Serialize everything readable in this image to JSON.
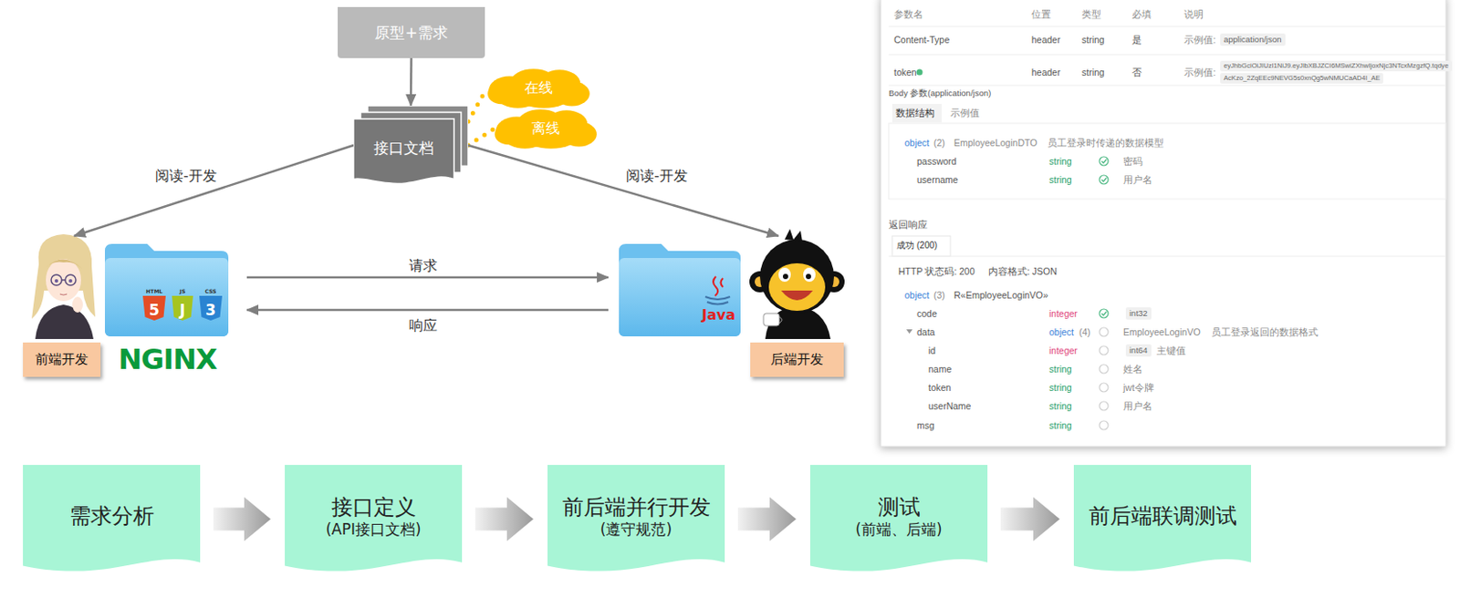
{
  "diagram": {
    "nodes": [
      {
        "text": [
          "原型+需求"
        ]
      },
      {
        "text": [
          "接口文档"
        ]
      },
      {
        "text": [
          "在线"
        ]
      },
      {
        "text": [
          "离线"
        ]
      },
      {
        "text": [
          "前端开发"
        ]
      },
      {
        "text": [
          "后端开发"
        ]
      },
      {
        "text": [
          "需求分析"
        ]
      },
      {
        "text": [
          "接口定义",
          "(API接口文档)"
        ]
      },
      {
        "text": [
          "前后端并行开发",
          "(遵守规范)"
        ]
      },
      {
        "text": [
          "测试",
          "(前端、后端)"
        ]
      },
      {
        "text": [
          "前后端联调测试"
        ]
      }
    ],
    "edges": [
      {
        "from": 0,
        "to": 1,
        "arrow": "to"
      },
      {
        "from": 1,
        "to": 2,
        "arrow": "none"
      },
      {
        "from": 1,
        "to": 3,
        "arrow": "none"
      },
      {
        "from": 1,
        "to": 4,
        "label": "阅读-开发",
        "arrow": "to"
      },
      {
        "from": 1,
        "to": 5,
        "label": "阅读-开发",
        "arrow": "to"
      },
      {
        "from": 4,
        "to": 5,
        "label": "请求",
        "arrow": "to"
      },
      {
        "from": 5,
        "to": 4,
        "label": "响应",
        "arrow": "to"
      },
      {
        "from": 6,
        "to": 7,
        "arrow": "to"
      },
      {
        "from": 7,
        "to": 8,
        "arrow": "to"
      },
      {
        "from": 8,
        "to": 9,
        "arrow": "to"
      },
      {
        "from": 9,
        "to": 10,
        "arrow": "to"
      }
    ],
    "labels": [
      "HTML",
      "5",
      "JS",
      "J",
      "CSS",
      "3",
      "NGINX",
      "Java",
      "参数名",
      "位置",
      "类型",
      "必填",
      "说明",
      "Content-Type",
      "header",
      "string",
      "是",
      "示例值:",
      "application/json",
      "token",
      "header",
      "string",
      "否",
      "示例值:",
      "eyJhbGciOiJIUzI1NiJ9.eyJlbXBJZCI6MSwiZXhwIjoxNjc3NTcxMzgzfQ.tqdye",
      "AcKzo_2ZqEEc9NEVG5s0xnQg5wNMUCaAD4I_AE",
      "Body 参数(application/json)",
      "数据结构",
      "示例值",
      "object",
      "(2)",
      "EmployeeLoginDTO",
      "员工登录时传递的数据模型",
      "password",
      "string",
      "密码",
      "username",
      "string",
      "用户名",
      "返回响应",
      "成功 (200)",
      "HTTP 状态码: 200",
      "内容格式: JSON",
      "object",
      "(3)",
      "R«EmployeeLoginVO»",
      "code",
      "integer",
      "int32",
      "data",
      "object",
      "(4)",
      "EmployeeLoginVO",
      "员工登录返回的数据格式",
      "id",
      "integer",
      "int64",
      "主键值",
      "name",
      "string",
      "姓名",
      "token",
      "string",
      "jwt令牌",
      "userName",
      "string",
      "用户名",
      "msg",
      "string"
    ]
  }
}
